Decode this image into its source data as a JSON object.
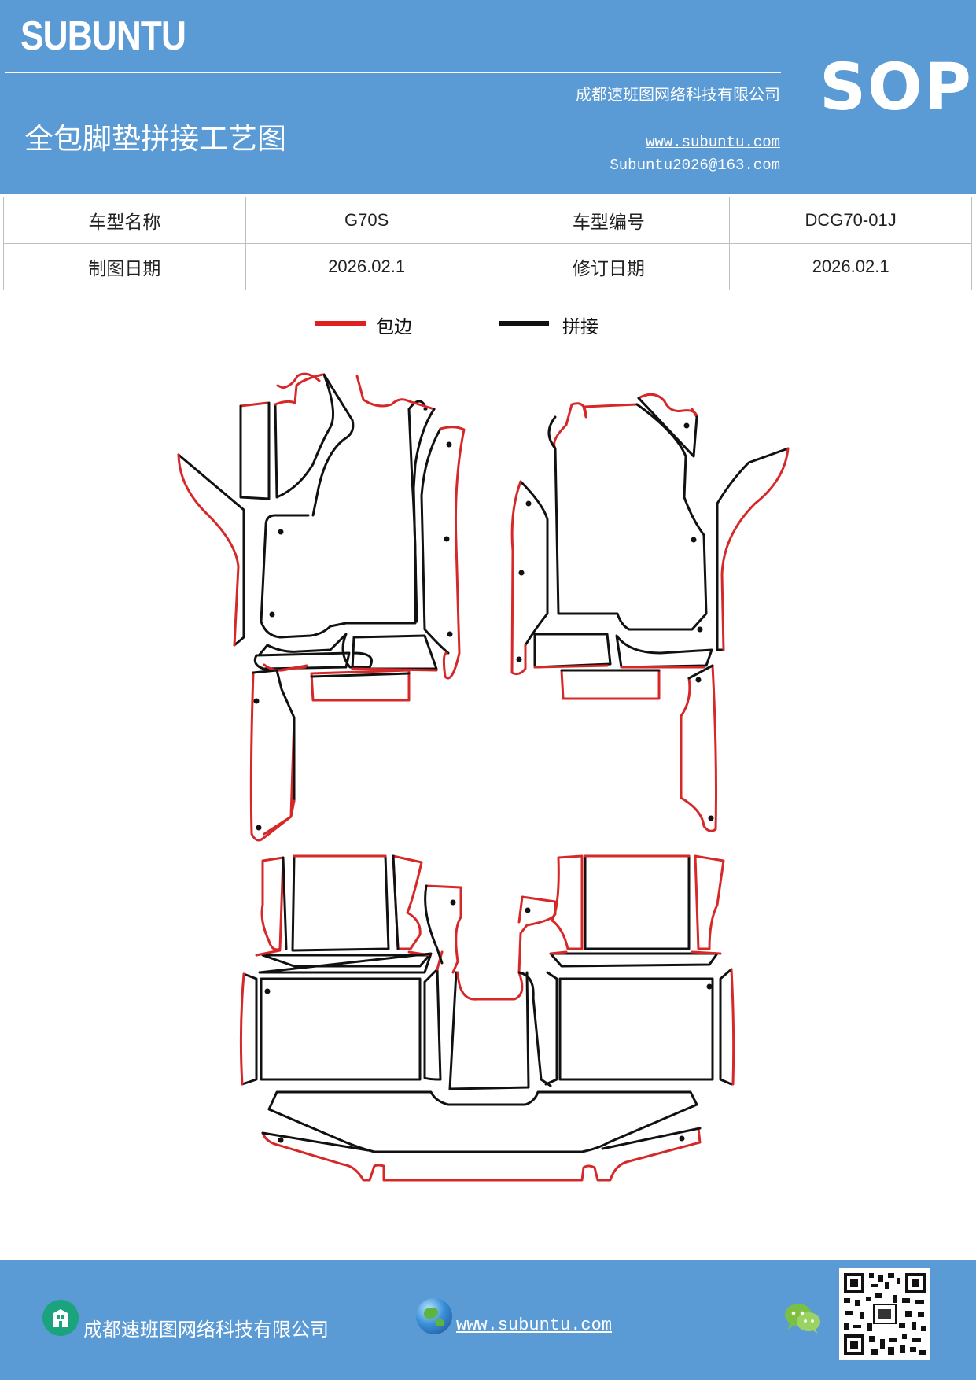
{
  "header": {
    "brand": "SUBUNTU",
    "company": "成都速班图网络科技有限公司",
    "title": "全包脚垫拼接工艺图",
    "website": "www.subuntu.com",
    "email": "Subuntu2026@163.com",
    "badge": "SOP"
  },
  "info_table": {
    "rows": [
      {
        "label1": "车型名称",
        "value1": "G70S",
        "label2": "车型编号",
        "value2": "DCG70-01J"
      },
      {
        "label1": "制图日期",
        "value1": "2026.02.1",
        "label2": "修订日期",
        "value2": "2026.02.1"
      }
    ]
  },
  "legend": {
    "items": [
      {
        "label": "包边",
        "color": "#e02020"
      },
      {
        "label": "拼接",
        "color": "#111111"
      }
    ]
  },
  "colors": {
    "banner": "#5b9bd5",
    "edge_red": "#d62828",
    "seam_black": "#111111"
  },
  "footer": {
    "company": "成都速班图网络科技有限公司",
    "website": "www.subuntu.com",
    "icons": [
      "building-icon",
      "globe-icon",
      "wechat-icon",
      "qr-code"
    ]
  }
}
